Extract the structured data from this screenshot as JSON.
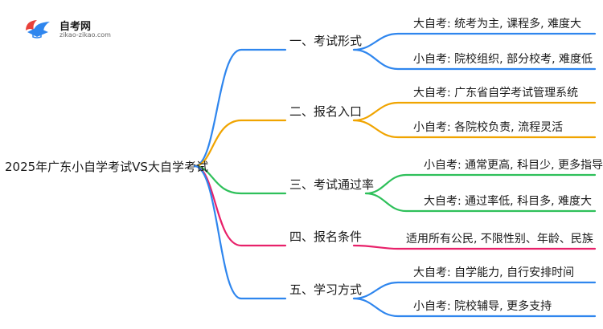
{
  "logo": {
    "name": "自考网",
    "url": "zikao-zikao.com",
    "icon": "graduation-cap-icon"
  },
  "root": "2025年广东小自学考试VS大自学考试",
  "branches": [
    {
      "label": "一、考试形式",
      "color": "#2f86ee",
      "leaves": [
        "大自考: 统考为主, 课程多, 难度大",
        "小自考: 院校组织, 部分校考, 难度低"
      ]
    },
    {
      "label": "二、报名入口",
      "color": "#f0a400",
      "leaves": [
        "大自考: 广东省自学考试管理系统",
        "小自考: 各院校负责, 流程灵活"
      ]
    },
    {
      "label": "三、考试通过率",
      "color": "#2ec05a",
      "leaves": [
        "小自考: 通常更高, 科目少, 更多指导",
        "大自考: 通过率低, 科目多, 难度大"
      ]
    },
    {
      "label": "四、报名条件",
      "color": "#e8216a",
      "leaves": [
        "适用所有公民, 不限性别、年龄、民族"
      ]
    },
    {
      "label": "五、学习方式",
      "color": "#2f86ee",
      "leaves": [
        "大自考: 自学能力, 自行安排时间",
        "小自考: 院校辅导, 更多支持"
      ]
    }
  ]
}
